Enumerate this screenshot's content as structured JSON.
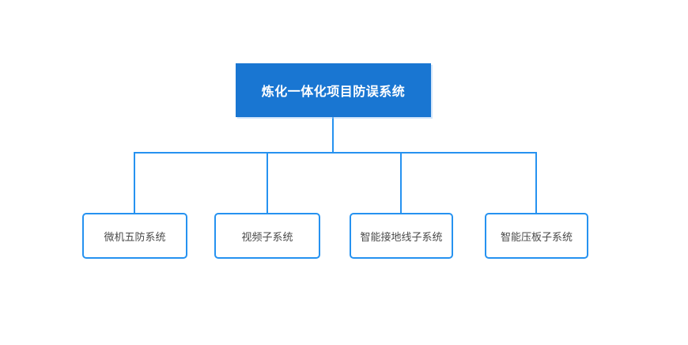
{
  "chart": {
    "type": "org-tree",
    "root": {
      "label": "炼化一体化项目防误系统"
    },
    "children": [
      {
        "label": "微机五防系统"
      },
      {
        "label": "视频子系统"
      },
      {
        "label": "智能接地线子系统"
      },
      {
        "label": "智能压板子系统"
      }
    ]
  },
  "colors": {
    "root_fill": "#1976d2",
    "root_text": "#ffffff",
    "line": "#2692f0",
    "child_border": "#2692f0",
    "child_text": "#4a4a4a",
    "background": "#ffffff"
  }
}
